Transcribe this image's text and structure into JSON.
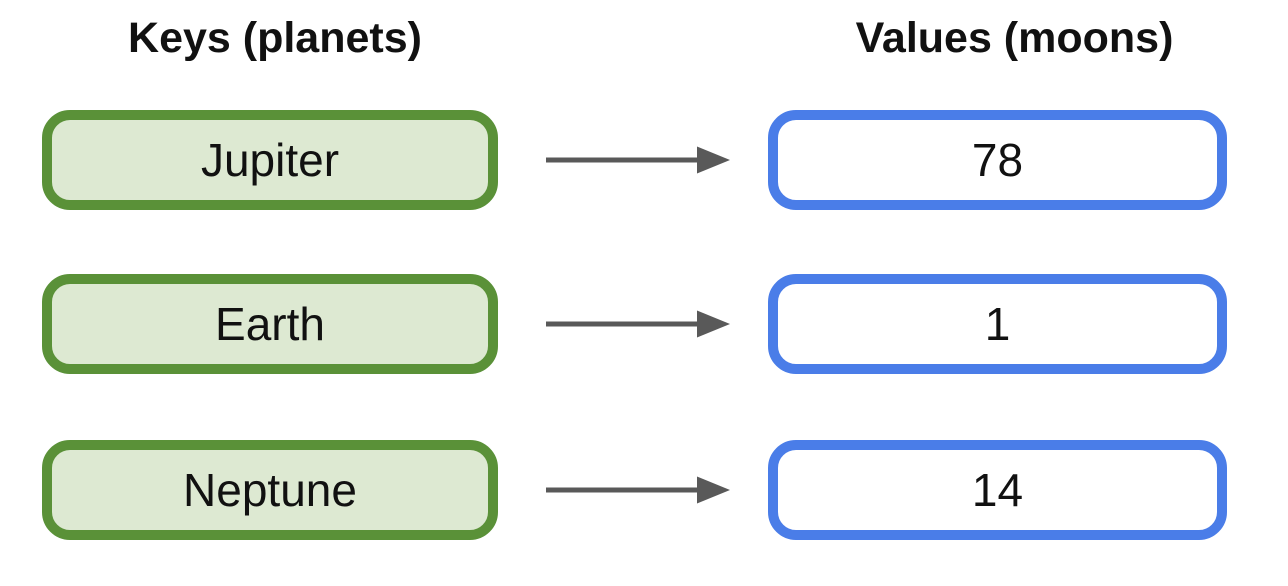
{
  "diagram": {
    "keys_title": "Keys (planets)",
    "values_title": "Values (moons)",
    "rows": [
      {
        "key": "Jupiter",
        "value": "78"
      },
      {
        "key": "Earth",
        "value": "1"
      },
      {
        "key": "Neptune",
        "value": "14"
      }
    ],
    "colors": {
      "key_box_border": "#5a9138",
      "key_box_fill": "#dde9d2",
      "value_box_border": "#4a7de8",
      "value_box_fill": "#ffffff",
      "arrow": "#595959",
      "text": "#111111",
      "background": "#ffffff"
    }
  }
}
